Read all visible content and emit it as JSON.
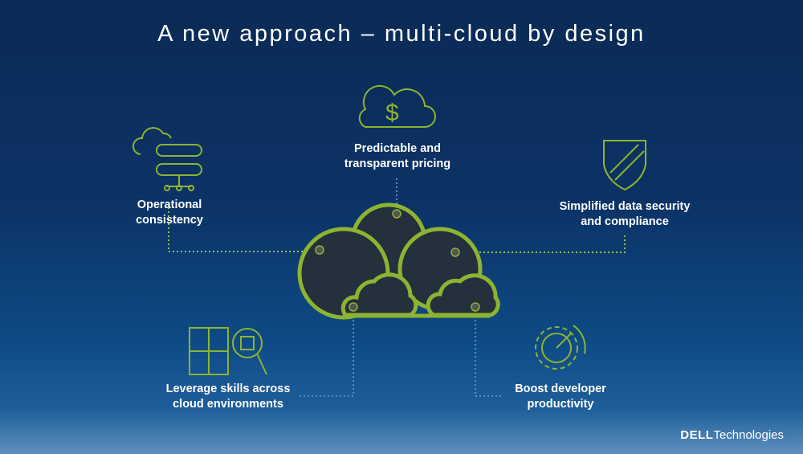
{
  "title": "A new approach – multi-cloud by design",
  "items": [
    {
      "label": "Operational consistency",
      "lines": [
        "Operational",
        "consistency"
      ],
      "icon": "cloud-server-icon"
    },
    {
      "label": "Predictable and transparent pricing",
      "lines": [
        "Predictable and",
        "transparent pricing"
      ],
      "icon": "cloud-dollar-icon"
    },
    {
      "label": "Simplified data security and compliance",
      "lines": [
        "Simplified data security",
        "and compliance"
      ],
      "icon": "shield-icon"
    },
    {
      "label": "Leverage skills across cloud environments",
      "lines": [
        "Leverage skills across",
        "cloud environments"
      ],
      "icon": "puzzle-magnifier-icon"
    },
    {
      "label": "Boost developer productivity",
      "lines": [
        "Boost developer",
        "productivity"
      ],
      "icon": "gear-gauge-icon"
    }
  ],
  "logo": {
    "brand": "DELL",
    "suffix": "Technologies"
  },
  "colors": {
    "green": "#8cb431",
    "blue_dots": "#4d8fd6",
    "cloud_fill": "#25303d"
  }
}
